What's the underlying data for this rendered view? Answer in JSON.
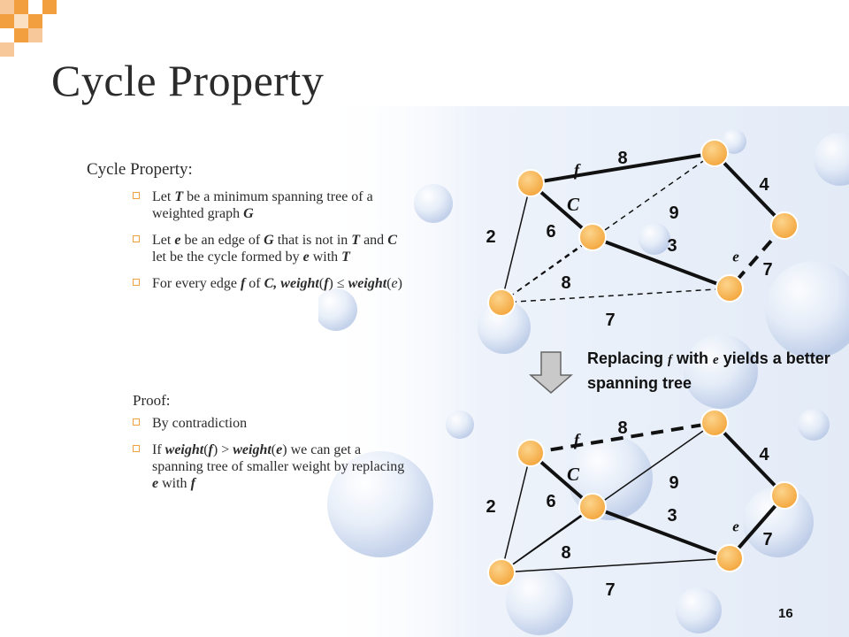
{
  "slide": {
    "title": "Cycle Property",
    "page_number": "16",
    "accent_color": "#f29f3f",
    "node_color": "#f8b54d"
  },
  "cycle_property": {
    "heading": "Cycle Property:",
    "bullets": [
      [
        {
          "t": "Let "
        },
        {
          "t": "T",
          "s": "bi"
        },
        {
          "t": " be a minimum spanning tree of a weighted graph "
        },
        {
          "t": "G",
          "s": "bi"
        }
      ],
      [
        {
          "t": "Let "
        },
        {
          "t": "e",
          "s": "bi"
        },
        {
          "t": " be an edge of "
        },
        {
          "t": "G",
          "s": "bi"
        },
        {
          "t": " that is not in "
        },
        {
          "t": "T",
          "s": "bi"
        },
        {
          "t": " and "
        },
        {
          "t": "C",
          "s": "bi"
        },
        {
          "t": " let be the cycle formed by "
        },
        {
          "t": "e",
          "s": "bi"
        },
        {
          "t": " with "
        },
        {
          "t": "T",
          "s": "bi"
        }
      ],
      [
        {
          "t": "For every edge "
        },
        {
          "t": "f",
          "s": "bi"
        },
        {
          "t": " of "
        },
        {
          "t": "C,",
          "s": "bi"
        },
        {
          "t": " "
        },
        {
          "t": "weight",
          "s": "bi"
        },
        {
          "t": "("
        },
        {
          "t": "f",
          "s": "bi"
        },
        {
          "t": ") ≤ "
        },
        {
          "t": "weight",
          "s": "bi"
        },
        {
          "t": "("
        },
        {
          "t": "e",
          "s": "i"
        },
        {
          "t": ")"
        }
      ]
    ]
  },
  "proof": {
    "heading": "Proof:",
    "bullets": [
      [
        {
          "t": "By contradiction"
        }
      ],
      [
        {
          "t": "If "
        },
        {
          "t": "weight",
          "s": "bi"
        },
        {
          "t": "("
        },
        {
          "t": "f",
          "s": "bi"
        },
        {
          "t": ") > "
        },
        {
          "t": "weight",
          "s": "bi"
        },
        {
          "t": "("
        },
        {
          "t": "e",
          "s": "bi"
        },
        {
          "t": ") we can get a spanning tree of smaller weight by replacing "
        },
        {
          "t": "e",
          "s": "bi"
        },
        {
          "t": " with "
        },
        {
          "t": "f",
          "s": "bi"
        }
      ]
    ]
  },
  "caption": {
    "part1": "Replacing ",
    "f": "f",
    "part2": " with ",
    "e": "e",
    "part3": " yields a better spanning tree"
  },
  "graphs": [
    {
      "id": "before",
      "edges": [
        {
          "weight": "8",
          "style": "thick"
        },
        {
          "weight": "6",
          "style": "thick"
        },
        {
          "weight": "3",
          "style": "thick"
        },
        {
          "weight": "4",
          "style": "thick"
        },
        {
          "weight": "9",
          "style": "dashed"
        },
        {
          "weight": "2",
          "style": "thin"
        },
        {
          "weight": "8",
          "style": "dashed"
        },
        {
          "weight": "7",
          "style": "dashed"
        },
        {
          "weight": "7",
          "style": "dashed-thick"
        }
      ],
      "labels": {
        "f": "f",
        "C": "C",
        "e": "e"
      }
    },
    {
      "id": "after",
      "edges": [
        {
          "weight": "8",
          "style": "dashed-thick"
        },
        {
          "weight": "6",
          "style": "thick"
        },
        {
          "weight": "3",
          "style": "thick"
        },
        {
          "weight": "4",
          "style": "thick"
        },
        {
          "weight": "9",
          "style": "thin"
        },
        {
          "weight": "2",
          "style": "thin"
        },
        {
          "weight": "8",
          "style": "thin"
        },
        {
          "weight": "7",
          "style": "thin"
        },
        {
          "weight": "7",
          "style": "thick"
        }
      ],
      "labels": {
        "f": "f",
        "C": "C",
        "e": "e"
      }
    }
  ]
}
